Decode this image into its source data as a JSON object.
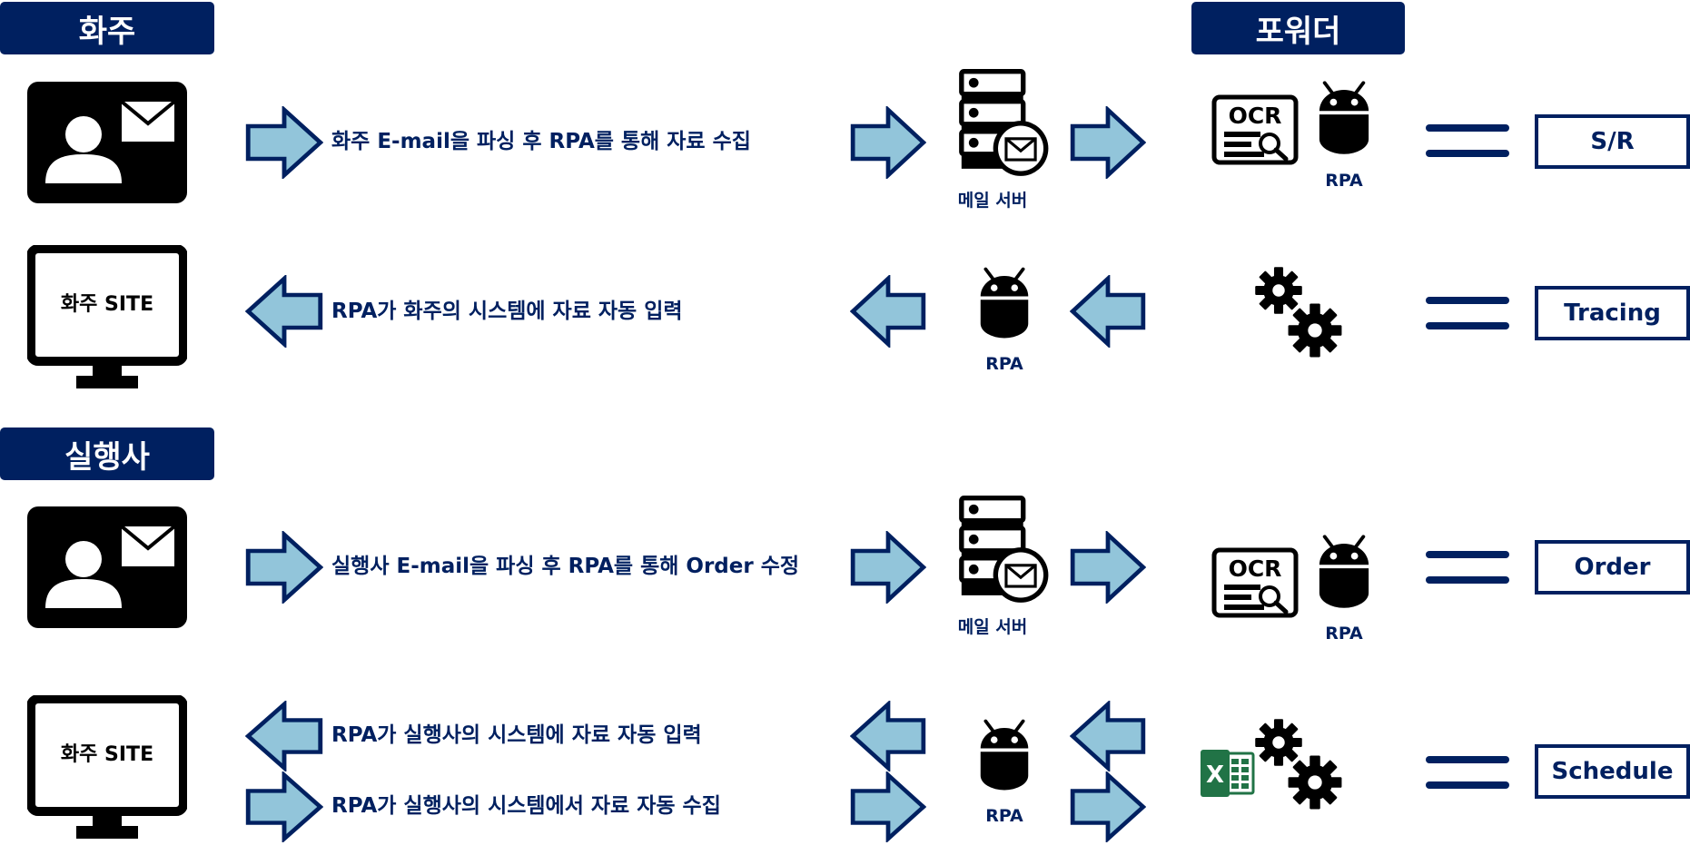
{
  "sections": {
    "shipper": "화주",
    "forwarder": "포워더",
    "carrier": "실행사"
  },
  "rows": [
    {
      "text": "화주 E-mail을 파싱 후 RPA를 통해 자료 수집",
      "server_label": "메일 서버",
      "robot_label": "RPA",
      "result": "S/R"
    },
    {
      "text": "RPA가 화주의 시스템에 자료 자동 입력",
      "robot_label": "RPA",
      "result": "Tracing"
    },
    {
      "text": "실행사 E-mail을 파싱 후 RPA를 통해 Order 수정",
      "server_label": "메일 서버",
      "robot_label": "RPA",
      "result": "Order"
    },
    {
      "text_in": "RPA가 실행사의 시스템에 자료 자동 입력",
      "text_out": "RPA가 실행사의 시스템에서 자료 자동 수집",
      "robot_label": "RPA",
      "result": "Schedule"
    }
  ],
  "site_label": "화주 SITE",
  "ocr_label": "OCR",
  "colors": {
    "navy": "#002060",
    "arrow_fill": "#92C5DA",
    "excel_green": "#217346"
  },
  "icons": [
    "contact-mail-icon",
    "monitor-icon",
    "mail-server-icon",
    "ocr-icon",
    "robot-icon",
    "gears-icon",
    "excel-icon",
    "arrow-right-icon",
    "arrow-left-icon"
  ]
}
